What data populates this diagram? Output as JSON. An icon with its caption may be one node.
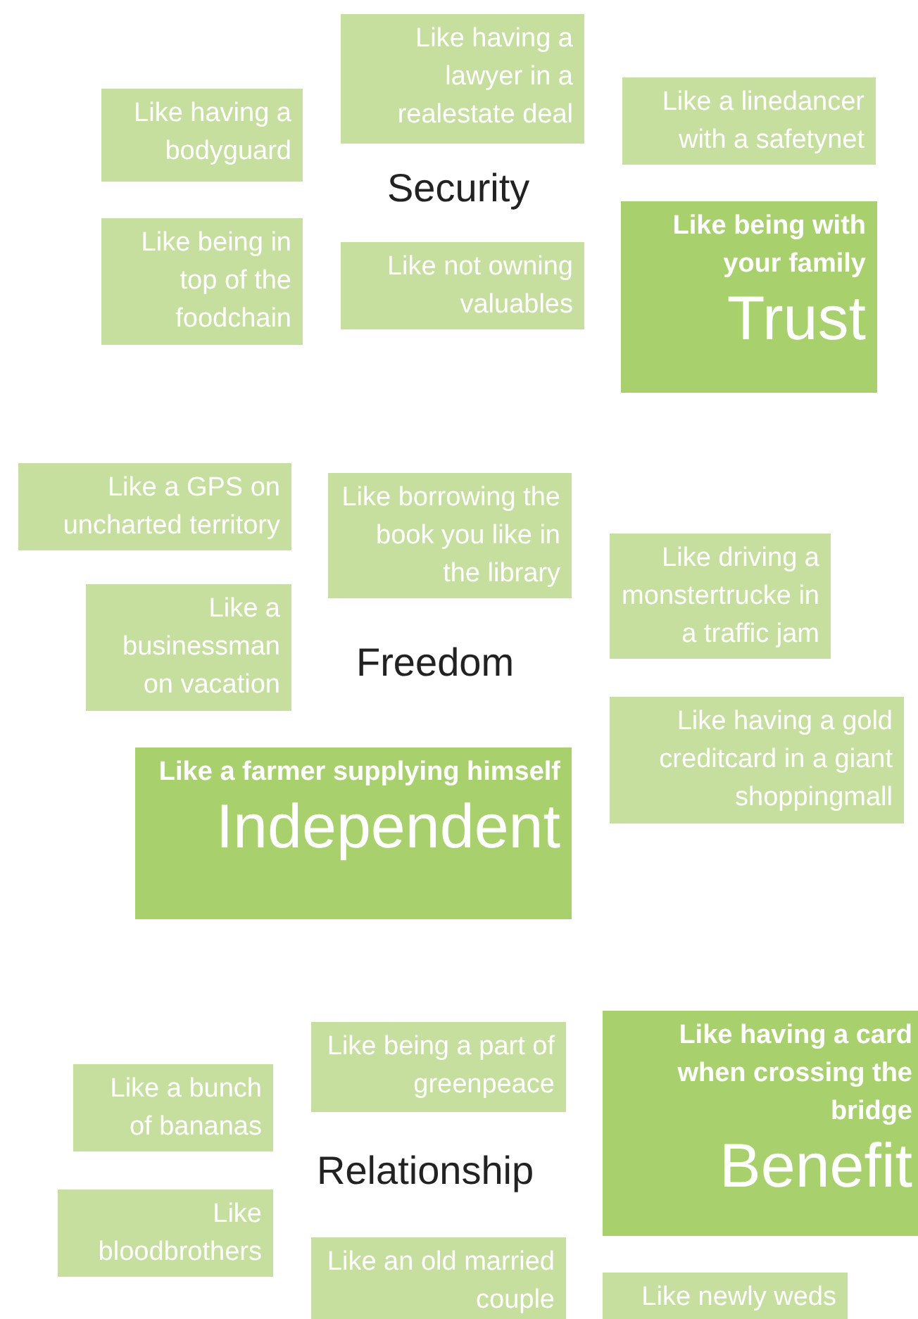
{
  "diagram": {
    "nodes": [
      {
        "text": [
          "Like having a lawyer in a realestate deal"
        ]
      },
      {
        "text": [
          "Like having a bodyguard"
        ]
      },
      {
        "text": [
          "Like a linedancer with a safetynet"
        ]
      },
      {
        "text": [
          "Like being in top of the foodchain"
        ]
      },
      {
        "text": [
          "Like not owning valuables"
        ]
      },
      {
        "text": [
          "Like being with your family",
          "Trust"
        ]
      },
      {
        "text": [
          "Like a GPS on uncharted territory"
        ]
      },
      {
        "text": [
          "Like borrowing the book you like in the library"
        ]
      },
      {
        "text": [
          "Like driving a monstertrucke in a traffic jam"
        ]
      },
      {
        "text": [
          "Like a businessman on vacation"
        ]
      },
      {
        "text": [
          "Like having a gold creditcard in a giant shoppingmall"
        ]
      },
      {
        "text": [
          "Like a farmer supplying himself",
          "Independent"
        ]
      },
      {
        "text": [
          "Like being a part of greenpeace"
        ]
      },
      {
        "text": [
          "Like having a card when crossing the bridge",
          "Benefit"
        ]
      },
      {
        "text": [
          "Like a bunch of bananas"
        ]
      },
      {
        "text": [
          "Like bloodbrothers"
        ]
      },
      {
        "text": [
          "Like an old married couple"
        ]
      },
      {
        "text": [
          "Like newly weds"
        ]
      }
    ],
    "labels": [
      "Security",
      "Freedom",
      "Relationship"
    ]
  }
}
